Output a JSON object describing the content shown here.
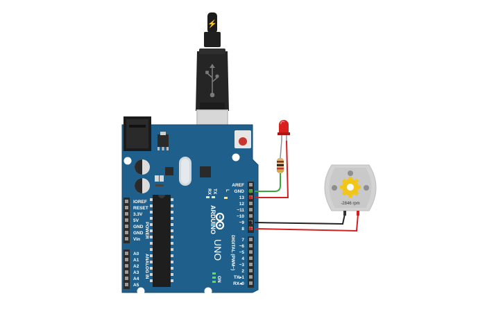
{
  "board": {
    "brand": "ARDUINO",
    "model": "UNO",
    "tx_label": "TX",
    "rx_label": "RX",
    "led_l_label": "L",
    "on_label": "ON",
    "power_header_title": "POWER",
    "analog_header_title": "ANALOG IN",
    "digital_header_title": "DIGITAL (PWM~)",
    "power_pins": [
      "IOREF",
      "RESET",
      "3.3V",
      "5V",
      "GND",
      "GND",
      "Vin"
    ],
    "analog_pins": [
      "A0",
      "A1",
      "A2",
      "A3",
      "A4",
      "A5"
    ],
    "digital_top_pins": [
      "AREF",
      "GND",
      "13",
      "12",
      "~11",
      "~10",
      "~9",
      "8"
    ],
    "digital_bottom_pins": [
      "7",
      "~6",
      "~5",
      "4",
      "~3",
      "2",
      "TX▸1",
      "RX◂0"
    ]
  },
  "usb_cable": {
    "icon": "lightning-bolt-icon"
  },
  "motor": {
    "rpm_label": "-2846 rpm"
  },
  "colors": {
    "board": "#1f5f8b",
    "board_edge": "#16496c",
    "header": "#2b2b2b",
    "wire_green": "#3aa635",
    "wire_red": "#d0201f",
    "wire_black": "#222222",
    "led_red": "#d8201e",
    "gear_yellow": "#f2c619"
  }
}
